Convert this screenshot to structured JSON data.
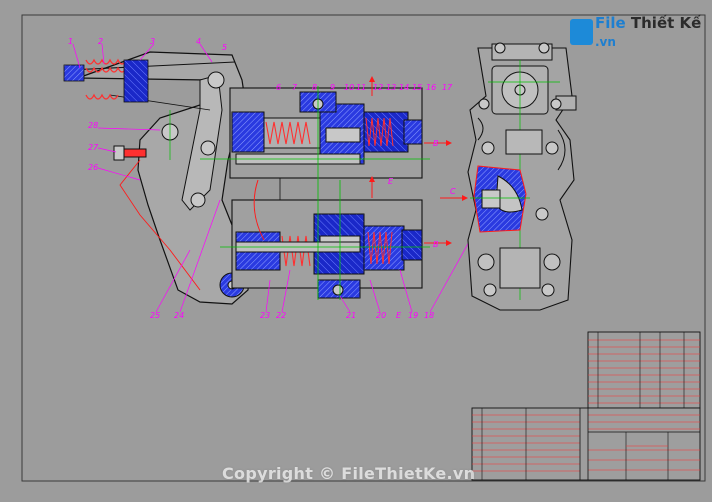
{
  "watermark": {
    "logo_text_a": "File",
    "logo_text_b": "Thiết Kế",
    "logo_text_c": ".vn",
    "copyright": "Copyright © FileThietKe.vn"
  },
  "drawing": {
    "part_numbers_top": [
      "1",
      "2",
      "3",
      "4",
      "5",
      "6",
      "7",
      "8",
      "9",
      "10",
      "11",
      "12",
      "13",
      "14",
      "15",
      "16",
      "17"
    ],
    "part_numbers_left": [
      "28",
      "27",
      "26"
    ],
    "part_numbers_bottom": [
      "25",
      "24",
      "23",
      "22",
      "21",
      "20",
      "19",
      "18"
    ],
    "section_labels": {
      "b": "B",
      "c": "C",
      "e": "E"
    }
  },
  "colors": {
    "background": "#9c9c9c",
    "hatch_blue": "#1c2fd8",
    "outline": "#0a0a0a",
    "label": "#ff00ff",
    "accent_red": "#ff1a1a",
    "center_green": "#00c000"
  }
}
